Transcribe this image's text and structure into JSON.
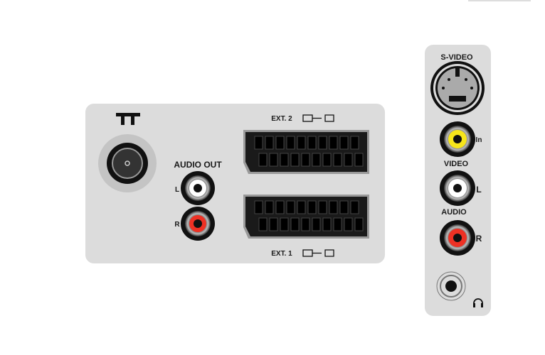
{
  "colors": {
    "panel": "#dcdcdc",
    "halo": "#c4c4c4",
    "jack_white": "#ffffff",
    "jack_red": "#ee3124",
    "jack_yellow": "#f7e61b",
    "socket": "#111111"
  },
  "rear_panel": {
    "antenna_icon": "antenna-t-icon",
    "audio_out_label": "AUDIO OUT",
    "left_label": "L",
    "right_label": "R",
    "ext2_label": "EXT. 2",
    "ext1_label": "EXT. 1",
    "scart_icons": [
      "av-in-icon",
      "av-out-icon"
    ]
  },
  "side_panel": {
    "svideo_label": "S-VIDEO",
    "in_label": "In",
    "video_label": "VIDEO",
    "l_label": "L",
    "audio_label": "AUDIO",
    "r_label": "R",
    "headphone_icon": "headphone-icon"
  }
}
